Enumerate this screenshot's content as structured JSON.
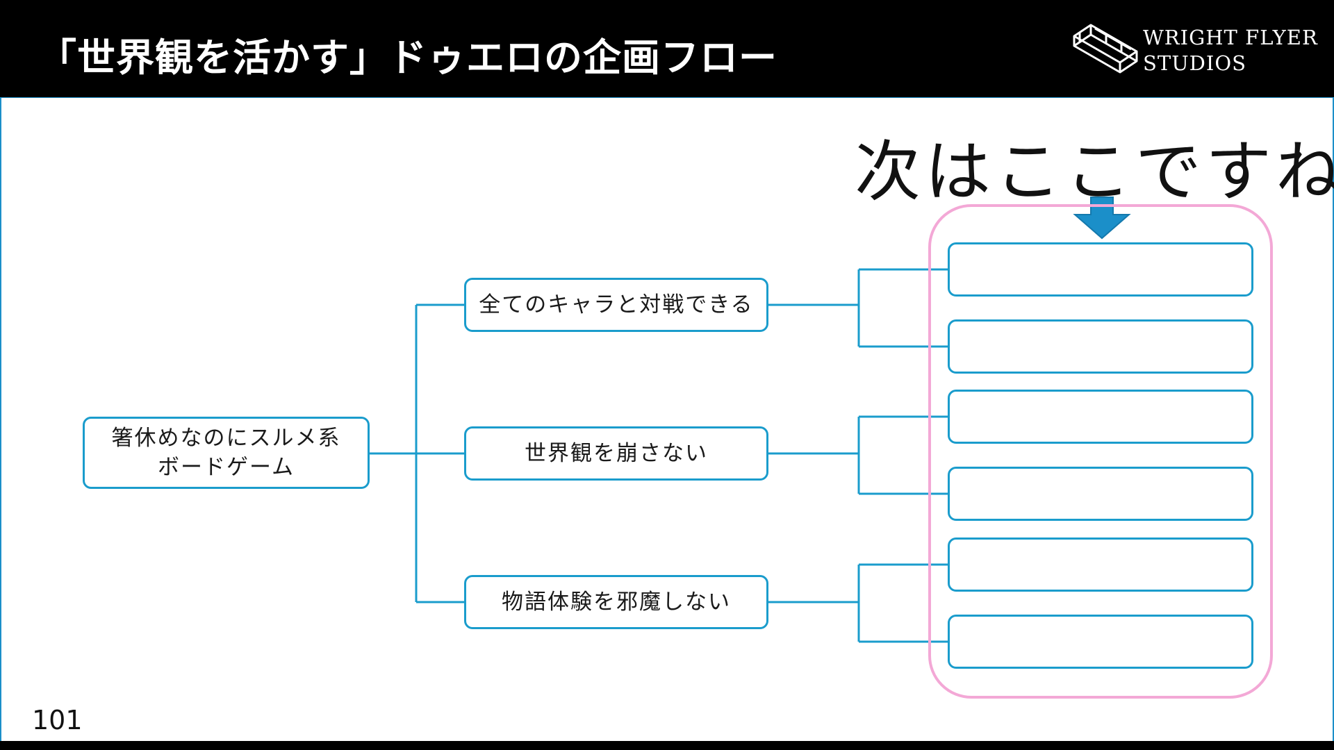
{
  "header": {
    "title": "「世界観を活かす」ドゥエロの企画フロー",
    "logo_text": "WRIGHT FLYER\nSTUDIOS",
    "logo_icon": "biplane-icon"
  },
  "diagram": {
    "root": "箸休めなのにスルメ系\nボードゲーム",
    "branches": [
      "全てのキャラと対戦できる",
      "世界観を崩さない",
      "物語体験を邪魔しない"
    ],
    "empty_box_count_note": "",
    "caption": "次はここですね",
    "colors": {
      "line": "#1a9ccc",
      "highlight": "#f3a8d6",
      "arrow": "#1b8fc9"
    }
  },
  "footer": {
    "page_number": "101"
  }
}
